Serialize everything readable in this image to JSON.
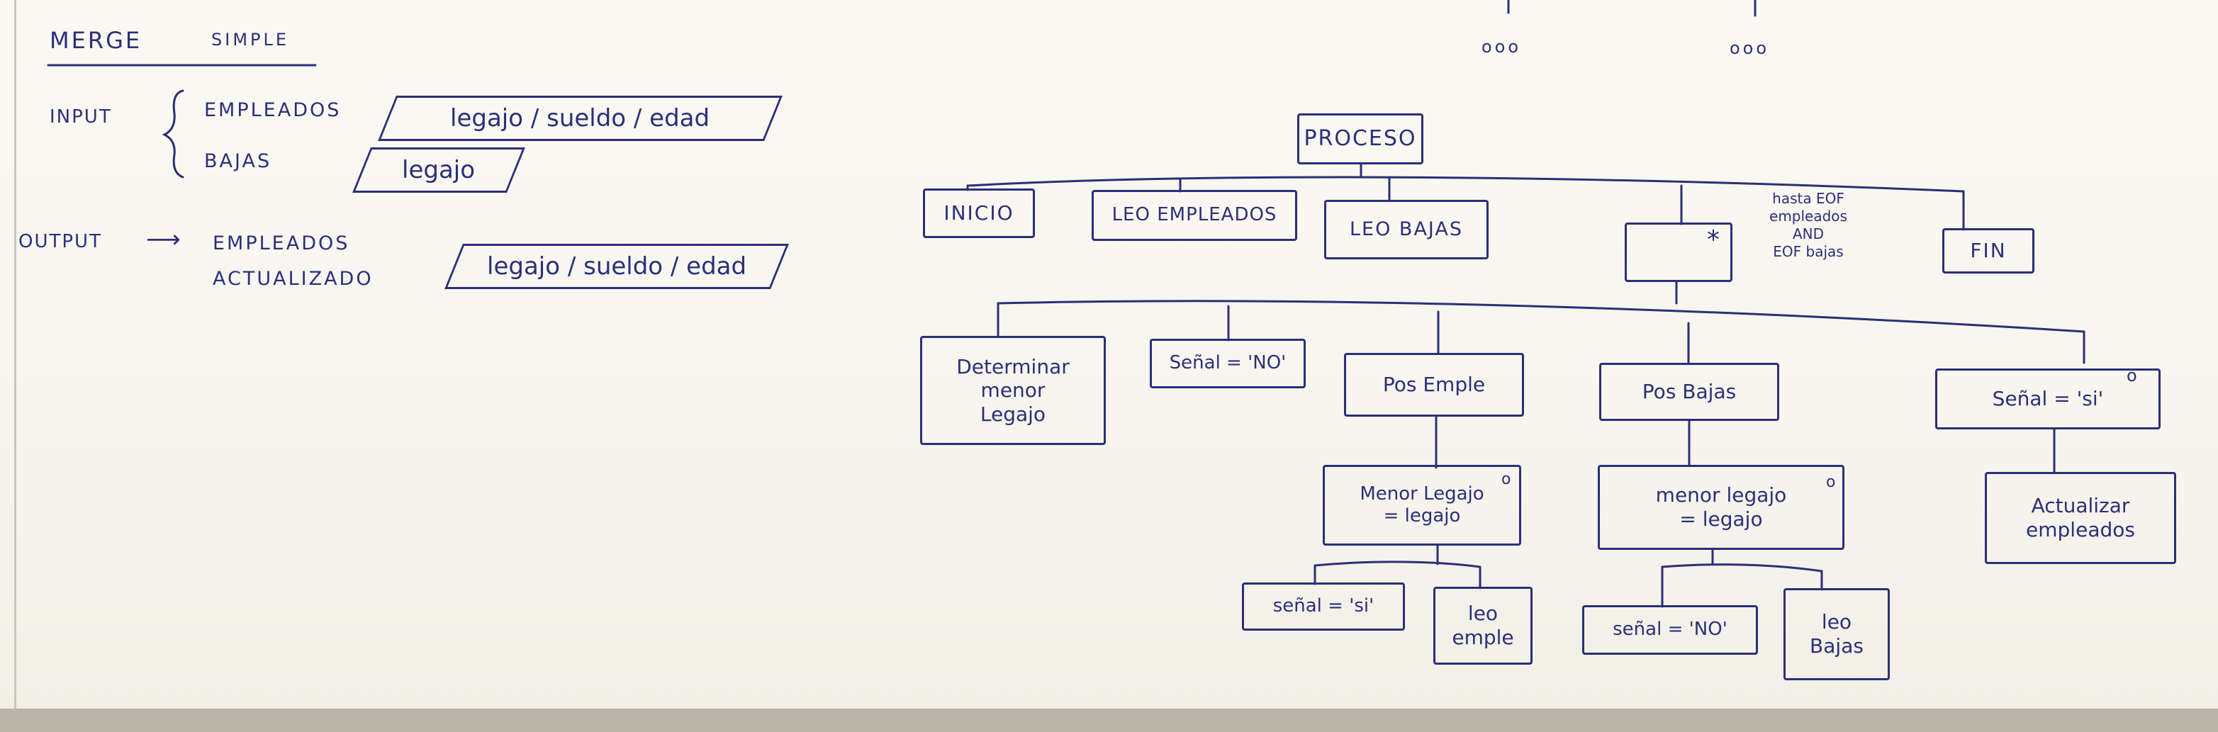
{
  "title": "MERGE",
  "subtitle": "SIMPLE",
  "input": {
    "label": "INPUT",
    "file1": "EMPLEADOS",
    "file1_fields": "legajo / sueldo / edad",
    "file2": "BAJAS",
    "file2_fields": "legajo"
  },
  "output": {
    "label": "OUTPUT",
    "arrow": "⟶",
    "file_line1": "EMPLEADOS",
    "file_line2": "ACTUALIZADO",
    "fields": "legajo / sueldo / edad"
  },
  "top_dots": [
    "ooo",
    "ooo"
  ],
  "tree": {
    "root": "PROCESO",
    "level1": {
      "inicio": "INICIO",
      "leo_empleados": "LEO EMPLEADOS",
      "leo_bajas": "LEO BAJAS",
      "loop_marker": "*",
      "loop_condition": "hasta EOF\nempleados\nAND\nEOF bajas",
      "fin": "FIN"
    },
    "level2": {
      "determinar": "Determinar\nmenor\nLegajo",
      "senal_no": "Señal = 'NO'",
      "pos_emple": "Pos Emple",
      "pos_bajas": "Pos Bajas",
      "senal_si": "Señal = 'si'",
      "selector_mark": "o"
    },
    "level3": {
      "menor_legajo_emple": "Menor Legajo\n= legajo",
      "menor_legajo_bajas": "menor legajo\n= legajo",
      "actualizar": "Actualizar\nempleados",
      "selector_mark": "o"
    },
    "level4": {
      "senal_si": "señal = 'si'",
      "leo_emple": "leo\nemple",
      "senal_no": "señal = 'NO'",
      "leo_bajas": "leo\nBajas"
    }
  },
  "colors": {
    "ink": "#2b2f7a",
    "paper": "#f9f7f1"
  }
}
